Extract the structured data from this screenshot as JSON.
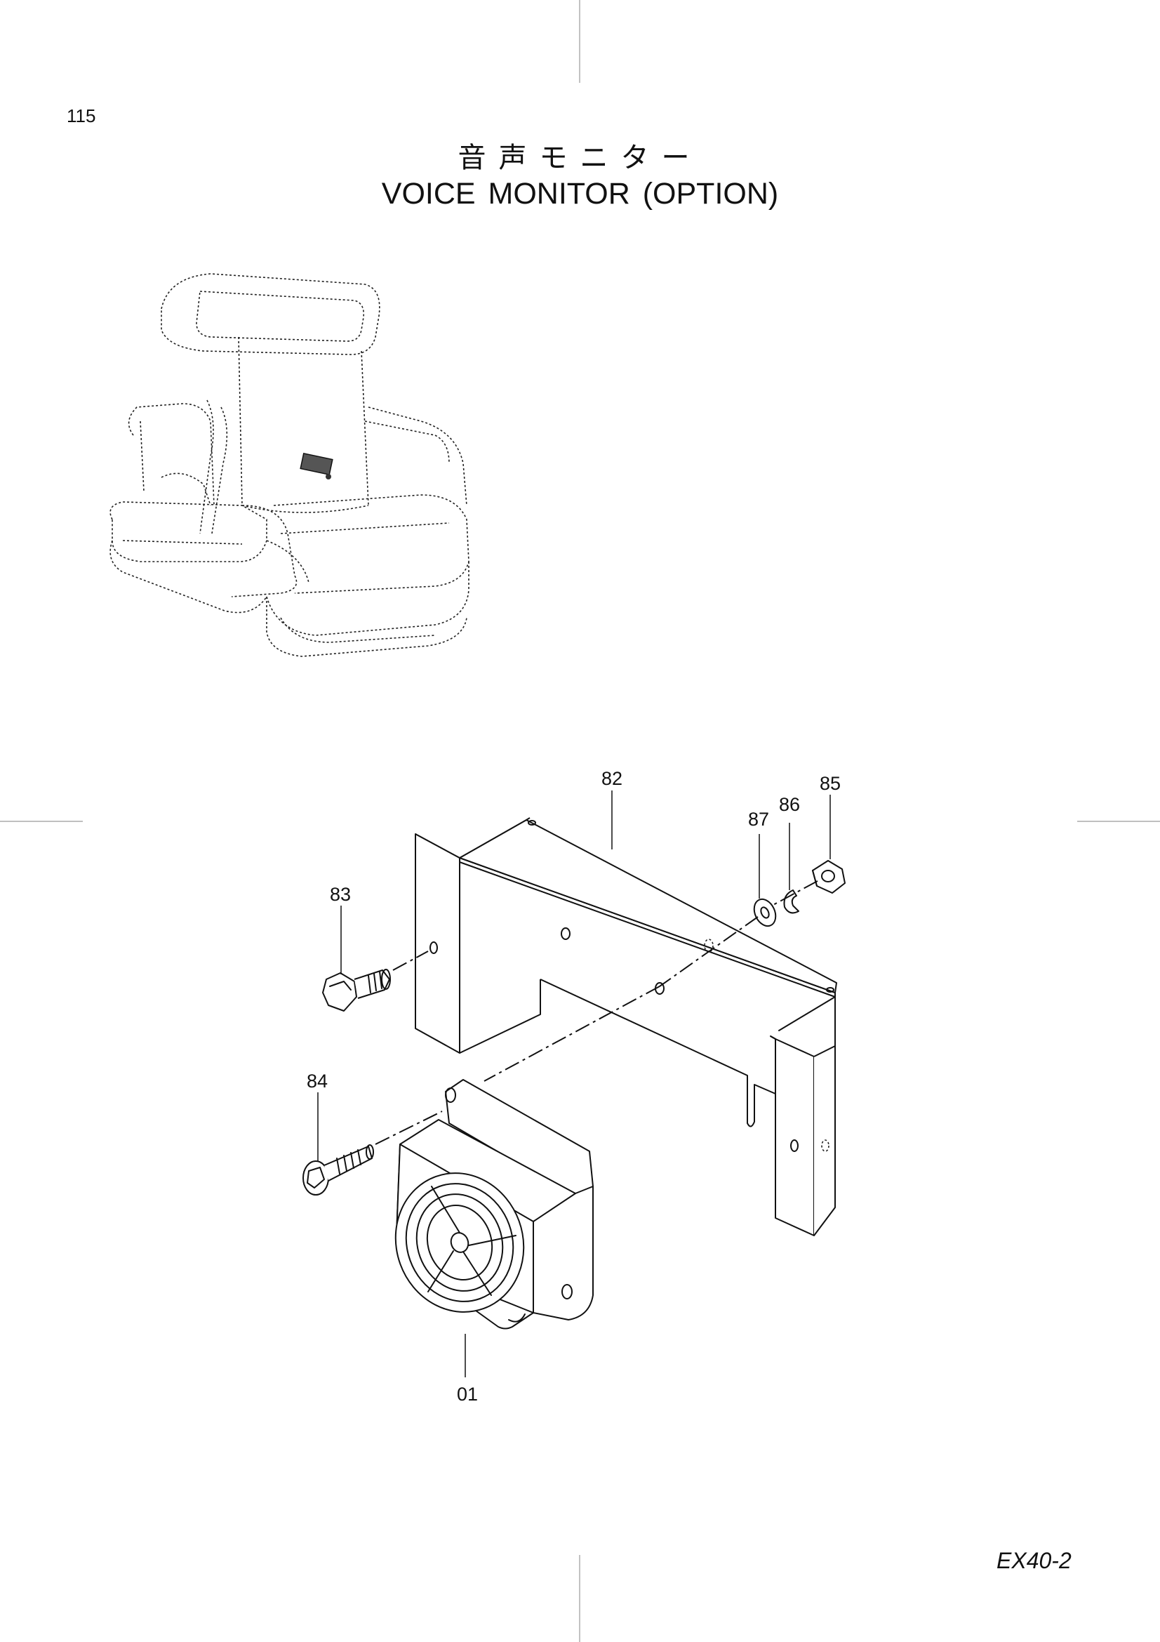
{
  "page": {
    "number": "115",
    "title_jp": "音声モニター",
    "title_en": "VOICE MONITOR (OPTION)",
    "model_code": "EX40-2"
  },
  "parts": [
    {
      "id": "01"
    },
    {
      "id": "82"
    },
    {
      "id": "83"
    },
    {
      "id": "84"
    },
    {
      "id": "85"
    },
    {
      "id": "86"
    },
    {
      "id": "87"
    }
  ]
}
